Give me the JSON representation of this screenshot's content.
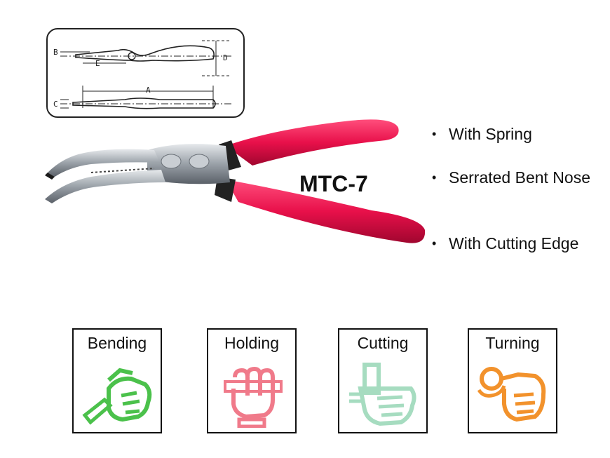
{
  "product": {
    "model": "MTC-7",
    "features": [
      "With Spring",
      "Serrated Bent Nose",
      "With Cutting Edge"
    ]
  },
  "dimension_diagram": {
    "labels": [
      "A",
      "B",
      "C",
      "D",
      "E"
    ]
  },
  "usages": [
    {
      "label": "Bending",
      "icon": "hand-bending-icon",
      "color": "#4bc14b"
    },
    {
      "label": "Holding",
      "icon": "fist-holding-icon",
      "color": "#f07a8a"
    },
    {
      "label": "Cutting",
      "icon": "hand-cutting-icon",
      "color": "#a6dcc0"
    },
    {
      "label": "Turning",
      "icon": "hand-turning-icon",
      "color": "#f2922c"
    }
  ],
  "colors": {
    "handle": "#e8104a",
    "metal": "#b9bfc6"
  }
}
